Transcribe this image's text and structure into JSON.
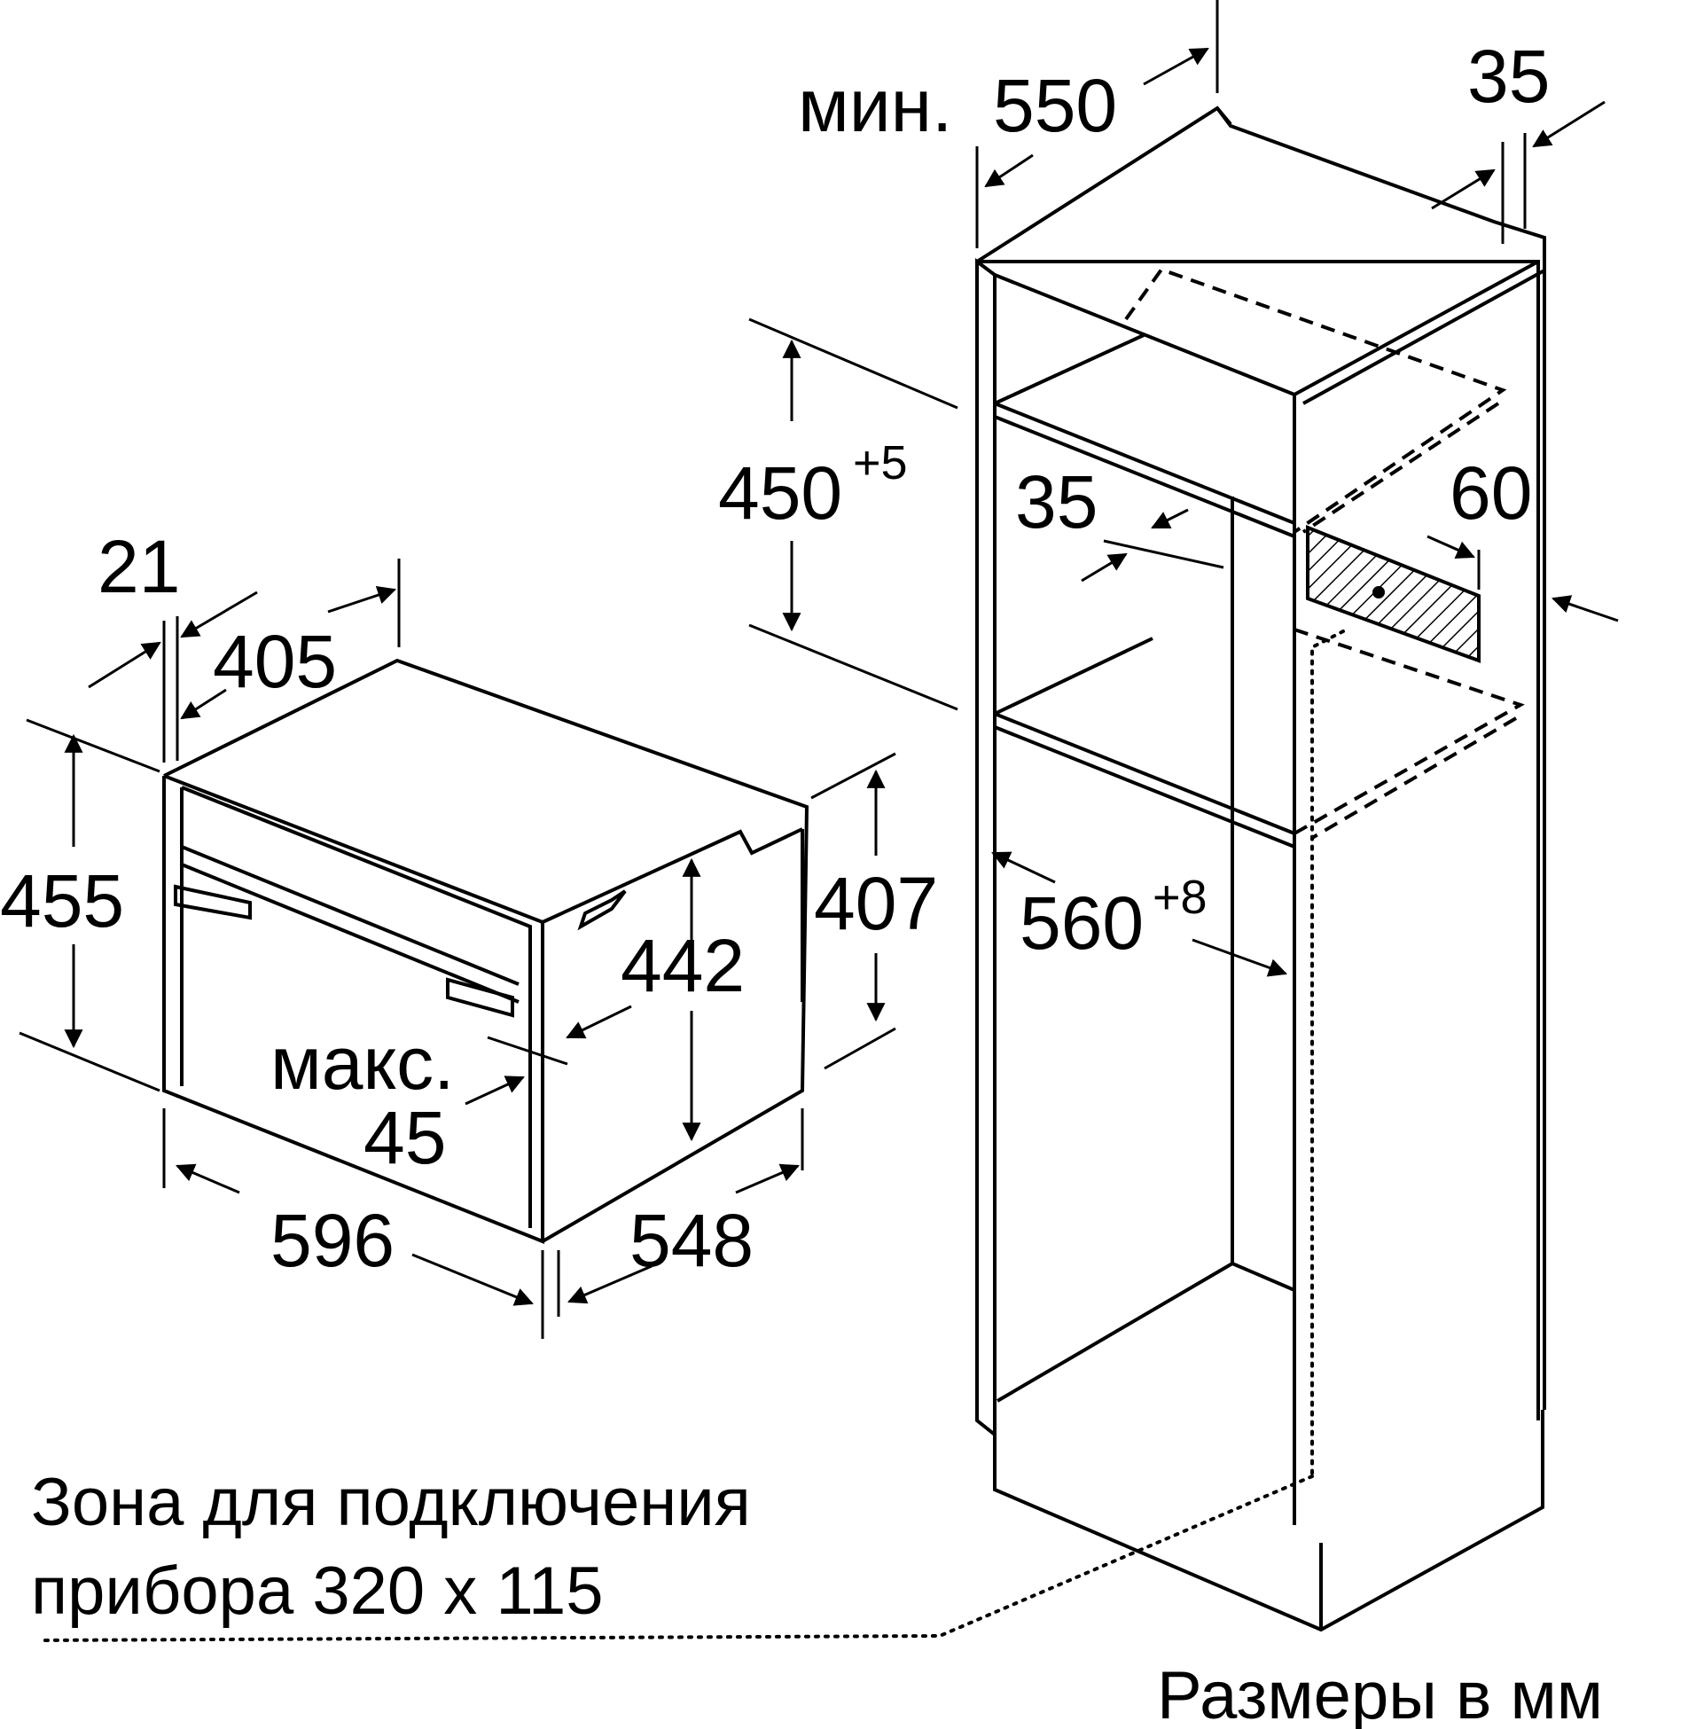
{
  "device_labels": {
    "d_21": "21",
    "d_405": "405",
    "d_455": "455",
    "d_407": "407",
    "d_442": "442",
    "d_max": "макс.",
    "d_45": "45",
    "d_596": "596",
    "d_548": "548"
  },
  "cabinet_labels": {
    "min_prefix": "мин.",
    "d_550": "550",
    "d_35_top": "35",
    "d_450": "450",
    "d_450_sup": "+5",
    "d_35_inner": "35",
    "d_60": "60",
    "d_560": "560",
    "d_560_sup": "+8"
  },
  "notes": {
    "connection_line1": "Зона для подключения",
    "connection_line2": "прибора 320 x 115",
    "units": "Размеры в мм"
  }
}
